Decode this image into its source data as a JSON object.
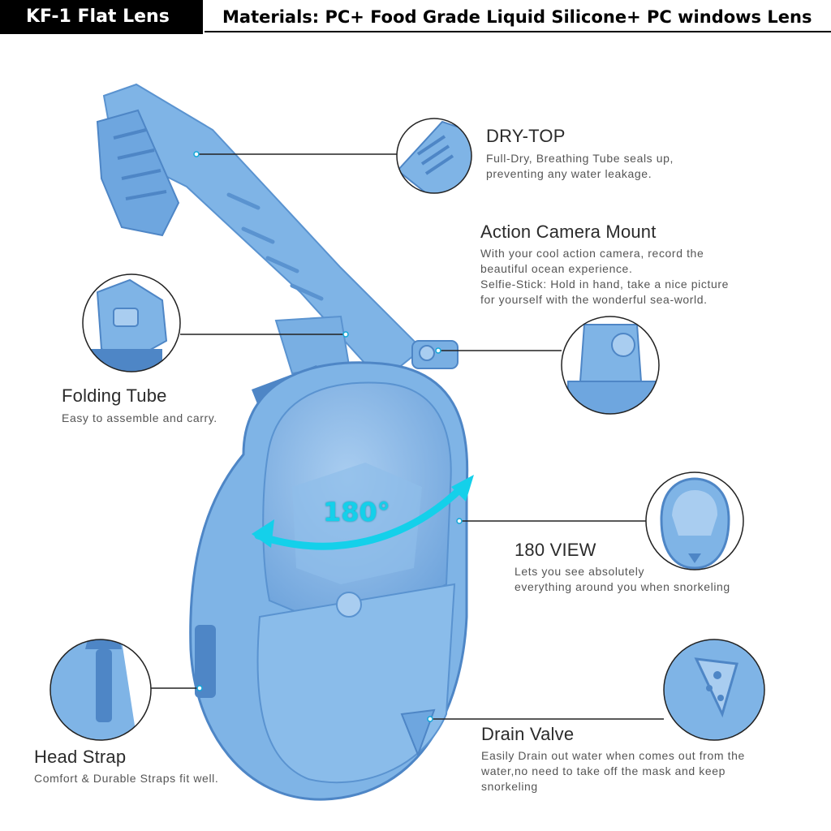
{
  "header": {
    "model": "KF-1  Flat Lens",
    "materials": "Materials: PC+ Food Grade Liquid Silicone+ PC windows Lens"
  },
  "colors": {
    "mask_blue": "#7fb4e6",
    "mask_dark": "#4e86c6",
    "accent_cyan": "#14d0ea"
  },
  "features": {
    "dry_top": {
      "title": "DRY-TOP",
      "desc": [
        "Full-Dry, Breathing Tube seals up,",
        "preventing any water leakage."
      ]
    },
    "camera_mount": {
      "title": "Action Camera Mount",
      "desc": [
        "With your cool action camera, record the",
        "beautiful ocean experience.",
        "Selfie-Stick: Hold in hand, take a nice picture",
        "for yourself with the wonderful sea-world."
      ]
    },
    "folding_tube": {
      "title": "Folding Tube",
      "desc": [
        "Easy to assemble and carry."
      ]
    },
    "view_180": {
      "title": "180 VIEW",
      "desc": [
        "Lets you see absolutely",
        "everything around you when snorkeling"
      ]
    },
    "head_strap": {
      "title": "Head Strap",
      "desc": [
        "Comfort & Durable Straps fit well."
      ]
    },
    "drain_valve": {
      "title": "Drain Valve",
      "desc": [
        "Easily Drain out water when comes out from the",
        "water,no need to take off the mask and keep",
        "snorkeling"
      ]
    }
  },
  "view_angle_label": "180°"
}
